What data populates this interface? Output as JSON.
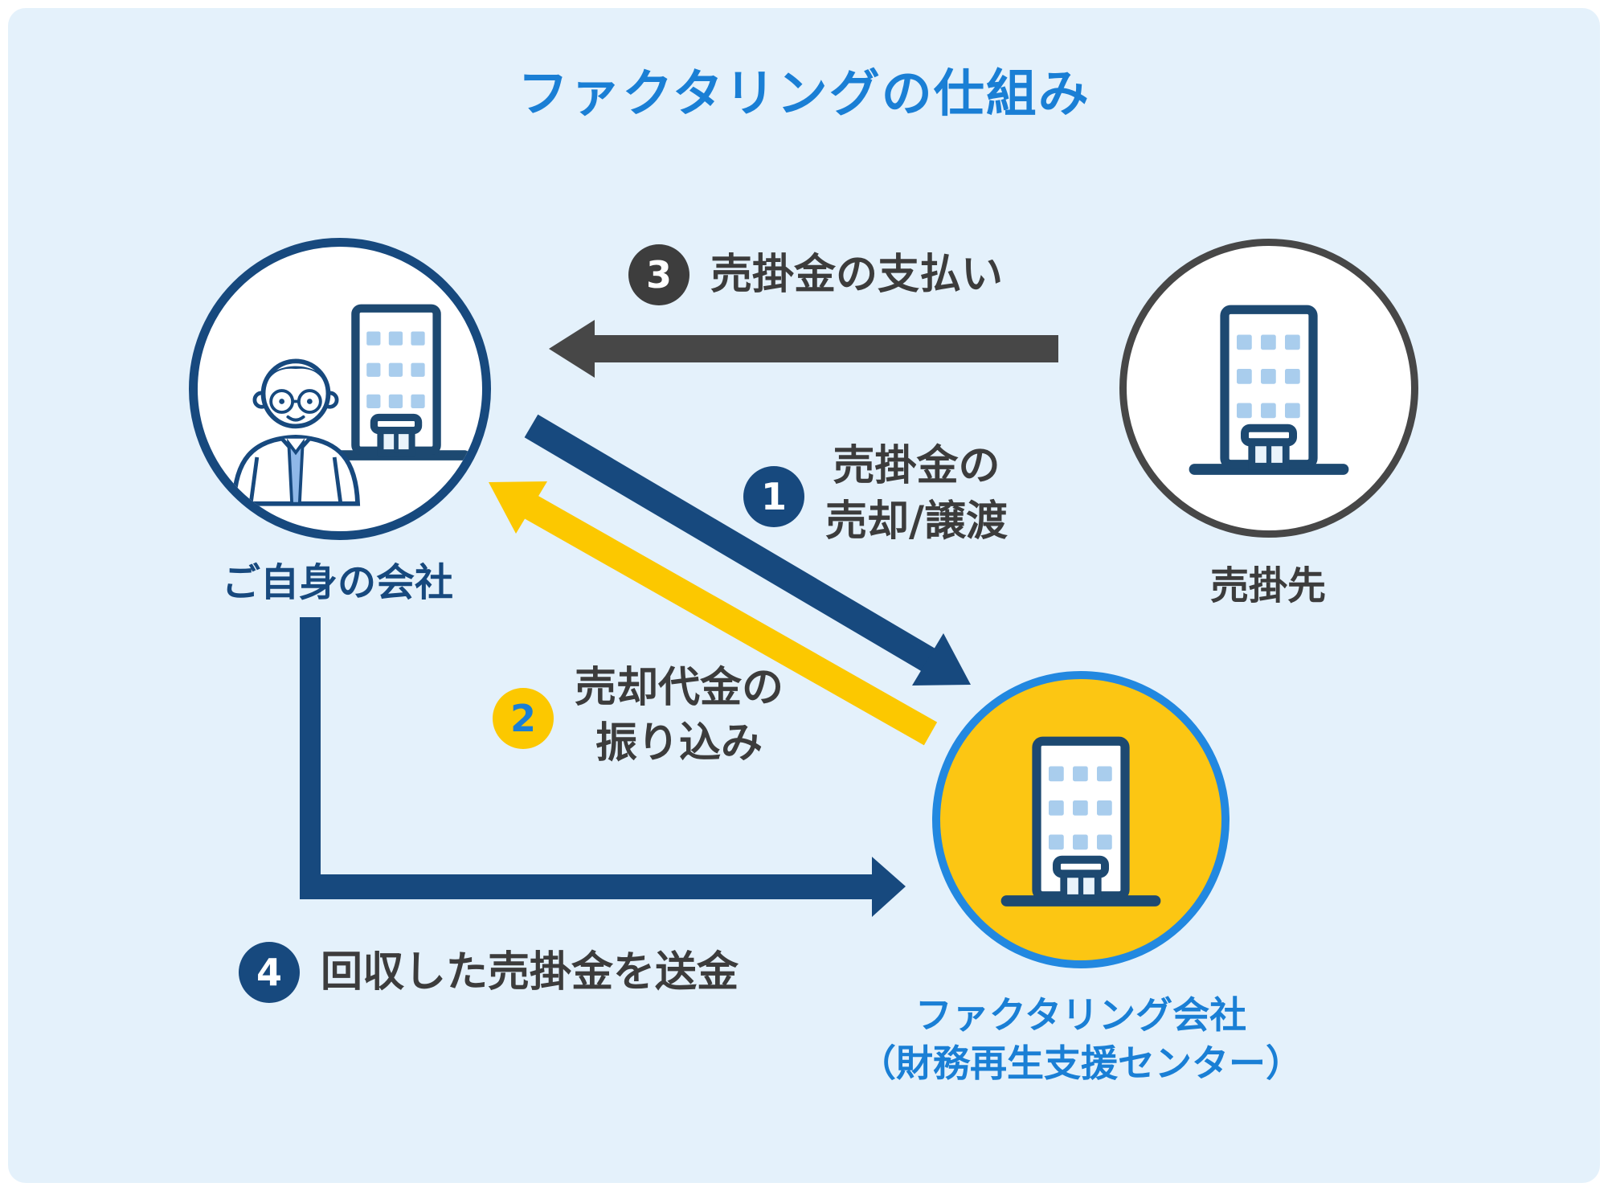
{
  "title": "ファクタリングの仕組み",
  "nodes": {
    "own_company": {
      "label": "ご自身の会社"
    },
    "customer": {
      "label": "売掛先"
    },
    "factoring": {
      "label_line1": "ファクタリング会社",
      "label_line2": "（財務再生支援センター）"
    }
  },
  "steps": [
    {
      "number": "1",
      "label_line1": "売掛金の",
      "label_line2": "売却/譲渡"
    },
    {
      "number": "2",
      "label_line1": "売却代金の",
      "label_line2": "振り込み"
    },
    {
      "number": "3",
      "label": "売掛金の支払い"
    },
    {
      "number": "4",
      "label": "回収した売掛金を送金"
    }
  ],
  "colors": {
    "background": "#E4F1FB",
    "frame": "#FFFFFF",
    "title_blue": "#1A7FD5",
    "blue_label": "#1A7FD5",
    "navy": "#17497E",
    "dark_gray": "#474747",
    "badge_gray": "#3D3D3D",
    "text_dark": "#3C3C3C",
    "yellow": "#FCC800",
    "yellow_circle_fill": "#FCC613",
    "circle_blue_border": "#2288E0",
    "window_blue": "#A9CDED",
    "building_outline": "#1D4971",
    "tie_blue": "#8FB8E8"
  }
}
